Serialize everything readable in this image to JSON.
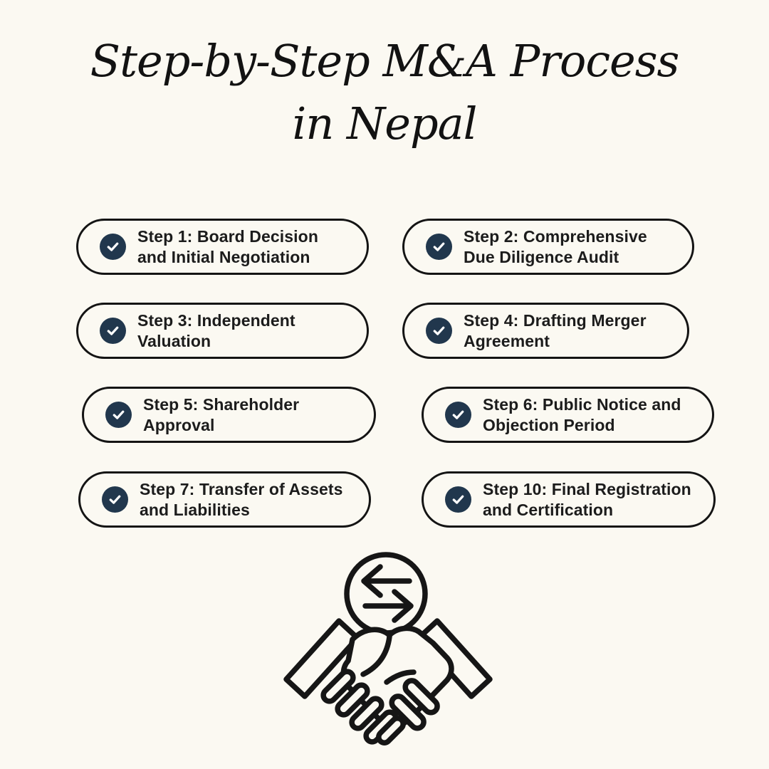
{
  "title": {
    "line1": "Step-by-Step M&A Process",
    "line2": "in Nepal"
  },
  "steps": [
    {
      "lines": [
        "Step 1: Board Decision",
        "and Initial Negotiation"
      ]
    },
    {
      "lines": [
        "Step 2: Comprehensive",
        "Due Diligence Audit"
      ]
    },
    {
      "lines": [
        "Step 3: Independent",
        "Valuation"
      ]
    },
    {
      "lines": [
        "Step 4: Drafting Merger",
        "Agreement"
      ]
    },
    {
      "lines": [
        "Step 5: Shareholder",
        "Approval"
      ]
    },
    {
      "lines": [
        "Step 6: Public Notice and",
        "Objection Period"
      ]
    },
    {
      "lines": [
        "Step 7: Transfer of Assets",
        "and Liabilities"
      ]
    },
    {
      "lines": [
        "Step 10: Final Registration",
        "and Certification"
      ]
    }
  ],
  "icons": {
    "bullet": "check-icon",
    "footer_top": "exchange-arrows-icon",
    "footer_bottom": "handshake-icon"
  },
  "colors": {
    "background": "#fbf9f2",
    "check_circle": "#21374d",
    "outline": "#141414",
    "text": "#1c1c1c"
  }
}
